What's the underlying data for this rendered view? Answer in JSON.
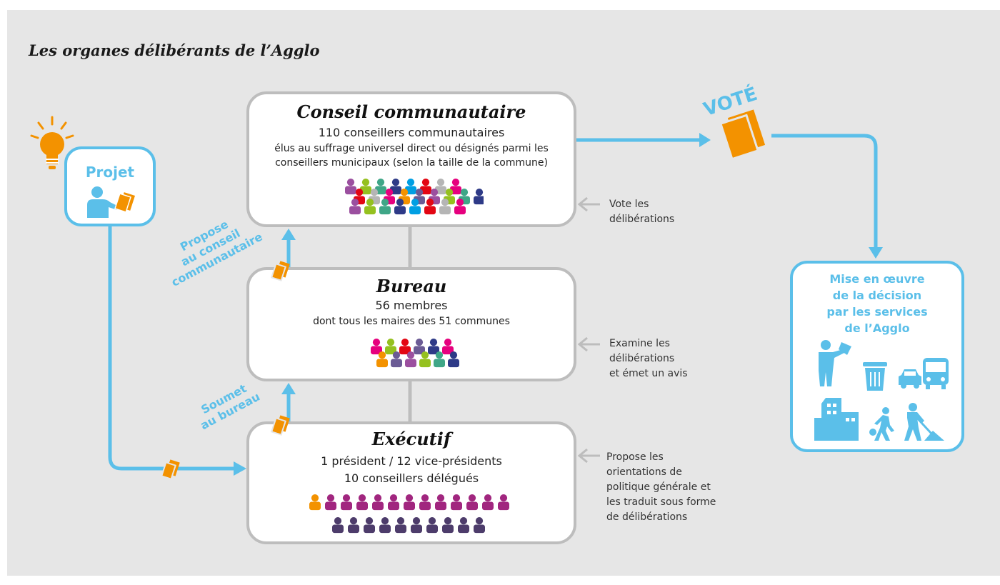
{
  "title": "Les organes délibérants de l’Agglo",
  "conseil": {
    "title": "Conseil communautaire",
    "count": "110 conseillers communautaires",
    "desc1": "élus au suffrage universel direct ou désignés parmi les",
    "desc2": "conseillers municipaux (selon la taille de la commune)",
    "note1": "Vote les",
    "note2": "délibérations"
  },
  "bureau": {
    "title": "Bureau",
    "count": "56 membres",
    "desc": "dont tous les maires des 51 communes",
    "note1": "Examine les",
    "note2": "délibérations",
    "note3": "et émet un avis"
  },
  "executif": {
    "title": "Exécutif",
    "line1": "1 président / 12 vice-présidents",
    "line2": "10 conseillers délégués",
    "note1": "Propose les",
    "note2": "orientations de",
    "note3": "politique générale et",
    "note4": "les traduit sous forme",
    "note5": "de délibérations"
  },
  "projet": {
    "label": "Projet"
  },
  "propose_label": {
    "l1": "Propose",
    "l2": "au conseil",
    "l3": "communautaire"
  },
  "soumet_label": {
    "l1": "Soumet",
    "l2": "au bureau"
  },
  "vote_label": "VOTÉ",
  "mise": {
    "l1": "Mise en œuvre",
    "l2": "de la décision",
    "l3": "par les services",
    "l4": "de l’Agglo"
  },
  "colors": {
    "blue": "#5bbfe9",
    "orange": "#f39200",
    "gray": "#bdbdbd",
    "purple": "#a1267f",
    "dark_purple": "#4d3c6b",
    "people_palette": [
      "#9b4f9f",
      "#e6007e",
      "#009fe3",
      "#95c11f",
      "#f39200",
      "#e30613",
      "#3fa687",
      "#6b5b95",
      "#b5b5b5",
      "#2e3a87"
    ]
  },
  "icons": [
    "lightbulb-icon",
    "person-icon",
    "document-icon",
    "arrow-icon",
    "worker-icon",
    "trash-can-icon",
    "car-icon",
    "bus-icon",
    "building-icon",
    "pedestrian-icon",
    "roadworker-icon"
  ]
}
